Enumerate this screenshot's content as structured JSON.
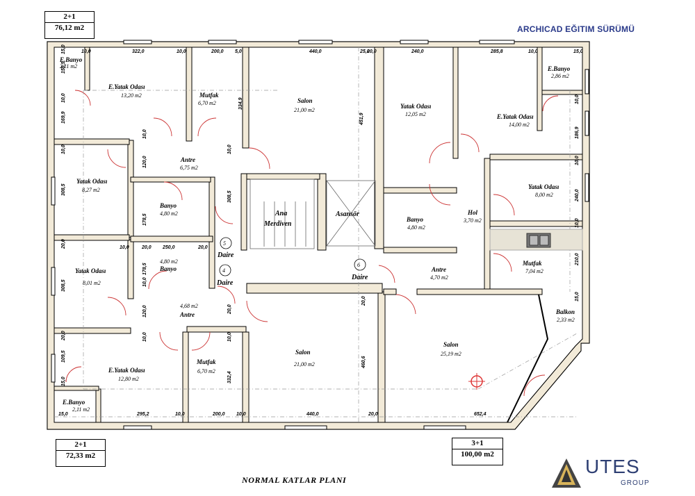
{
  "header": {
    "title": "ARCHICAD EĞITIM SÜRÜMÜ"
  },
  "caption": "NORMAL  KATLAR PLANI",
  "units": [
    {
      "type": "2+1",
      "area": "76,12 m2"
    },
    {
      "type": "2+1",
      "area": "72,33 m2"
    },
    {
      "type": "3+1",
      "area": "100,00 m2"
    }
  ],
  "daire_labels": {
    "word": "Daire",
    "nums": [
      "5",
      "4",
      "6"
    ]
  },
  "rooms": [
    {
      "name": "E.Banyo",
      "area": "2,11 m2"
    },
    {
      "name": "E.Yatak Odası",
      "area": "13,20 m2"
    },
    {
      "name": "Mutfak",
      "area": "6,70 m2"
    },
    {
      "name": "Salon",
      "area": "21,00 m2"
    },
    {
      "name": "Yatak Odası",
      "area": "12,05 m2"
    },
    {
      "name": "E.Yatak Odası",
      "area": "14,00 m2"
    },
    {
      "name": "E.Banyo",
      "area": "2,86 m2"
    },
    {
      "name": "Antre",
      "area": "6,75 m2"
    },
    {
      "name": "Yatak Odası",
      "area": "8,27 m2"
    },
    {
      "name": "Banyo",
      "area": "4,80 m2"
    },
    {
      "name": "Banyo",
      "area": "4,80 m2"
    },
    {
      "name": "Hol",
      "area": "3,70 m2"
    },
    {
      "name": "Yatak Odası",
      "area": "8,00 m2"
    },
    {
      "name": "Yatak Odası",
      "area": "8,01 m2"
    },
    {
      "name": "Banyo",
      "area": "4,80 m2"
    },
    {
      "name": "Antre",
      "area": "4,70 m2"
    },
    {
      "name": "Mutfak",
      "area": "7,04 m2"
    },
    {
      "name": "Antre",
      "area": "4,68 m2"
    },
    {
      "name": "Balkon",
      "area": "2,33 m2"
    },
    {
      "name": "Salon",
      "area": "25,19 m2"
    },
    {
      "name": "E.Yatak Odası",
      "area": "12,80 m2"
    },
    {
      "name": "Mutfak",
      "area": "6,70 m2"
    },
    {
      "name": "Salon",
      "area": "21,00 m2"
    },
    {
      "name": "E.Banyo",
      "area": "2,11 m2"
    }
  ],
  "labels": {
    "ana": "Ana",
    "merdiven": "Merdiven",
    "asansor": "Asansör"
  },
  "dims": [
    "10,0",
    "322,0",
    "10,0",
    "200,0",
    "5,0",
    "440,0",
    "25,0",
    "20,0",
    "240,0",
    "285,8",
    "10,0",
    "15,0",
    "15,0",
    "155,5",
    "10,0",
    "169,9",
    "10,0",
    "178,5",
    "308,5",
    "20,0",
    "334,9",
    "120,0",
    "10,0",
    "10,0",
    "308,5",
    "451,9",
    "10,0",
    "186,9",
    "10,0",
    "240,0",
    "10,0",
    "210,0",
    "15,0",
    "10,0",
    "20,0",
    "250,0",
    "20,0",
    "178,5",
    "10,0",
    "120,0",
    "308,5",
    "20,0",
    "10,0",
    "10,0",
    "109,5",
    "15,0",
    "332,4",
    "460,6",
    "20,0",
    "20,0",
    "15,0",
    "295,2",
    "10,0",
    "200,0",
    "10,0",
    "440,0",
    "20,0",
    "652,4"
  ],
  "logo": {
    "name": "UTES",
    "sub": "GROUP"
  }
}
